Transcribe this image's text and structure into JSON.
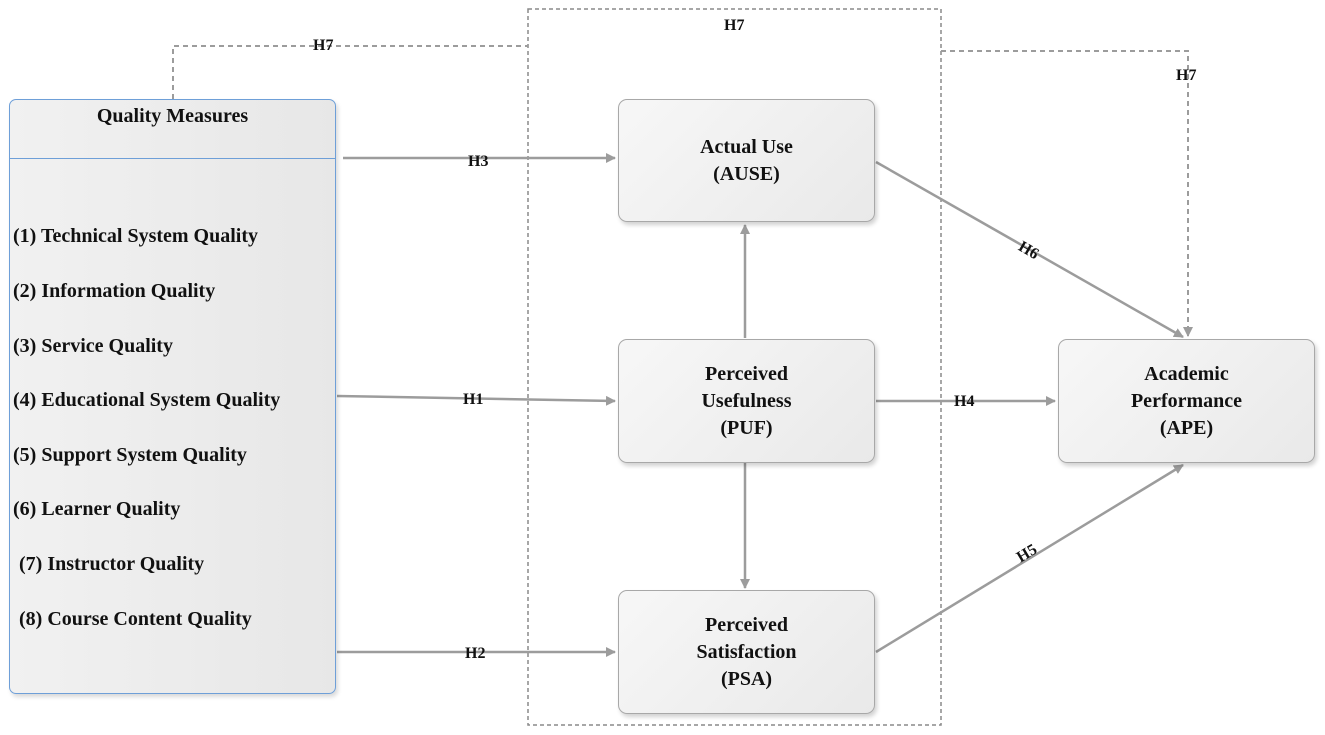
{
  "quality_measures": {
    "title": "Quality Measures",
    "items": [
      "(1) Technical System Quality",
      "(2) Information Quality",
      "(3)  Service Quality",
      "(4) Educational System Quality",
      "(5) Support System Quality",
      "(6) Learner Quality",
      "(7) Instructor Quality",
      "(8) Course Content Quality"
    ]
  },
  "nodes": {
    "actual_use": {
      "line1": "Actual Use",
      "line2": "(AUSE)"
    },
    "perceived_usefulness": {
      "line1": "Perceived",
      "line2": "Usefulness",
      "line3": "(PUF)"
    },
    "perceived_satisfaction": {
      "line1": "Perceived",
      "line2": "Satisfaction",
      "line3": "(PSA)"
    },
    "academic_performance": {
      "line1": "Academic",
      "line2": "Performance",
      "line3": "(APE)"
    }
  },
  "hypotheses": {
    "h1": "H1",
    "h2": "H2",
    "h3": "H3",
    "h4": "H4",
    "h5": "H5",
    "h6": "H6",
    "h7_left": "H7",
    "h7_top": "H7",
    "h7_right": "H7"
  },
  "colors": {
    "arrow": "#9c9c9c",
    "box_border": "#a8a8a8",
    "measures_border": "#6e9fd8",
    "dashed": "#8a8a8a"
  }
}
